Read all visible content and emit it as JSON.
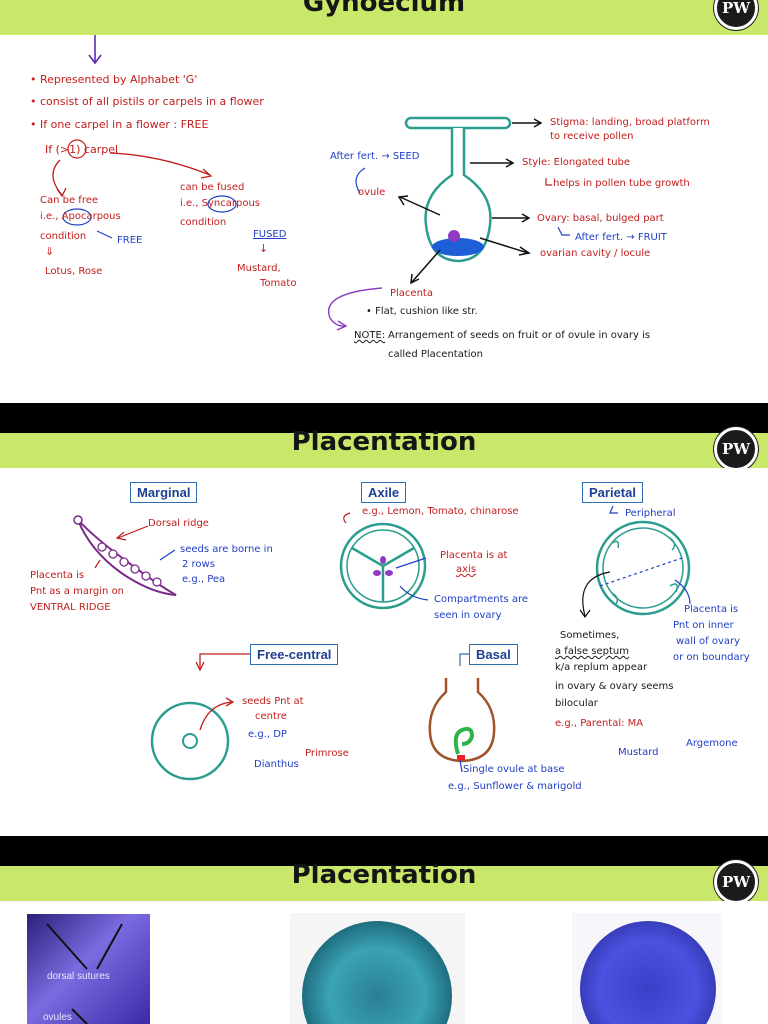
{
  "slide1": {
    "title": "Gynoecium",
    "bullets": [
      "• Represented by Alphabet 'G'",
      "• consist of all pistils or carpels in a flower",
      "• If one carpel in a flower : FREE"
    ],
    "if_more": "If (>1) carpel",
    "left_branch": {
      "l1": "Can be free",
      "l2": "i.e., Apocarpous",
      "l3": "condition",
      "free": "FREE",
      "arrow": "⇓",
      "eg": "Lotus, Rose"
    },
    "right_branch": {
      "l1": "can be fused",
      "l2": "i.e., Syncarpous",
      "l3": "condition",
      "fused": "FUSED",
      "arrow": "↓",
      "eg1": "Mustard,",
      "eg2": "Tomato"
    },
    "pistil_labels": {
      "stigma1": "Stigma: landing, broad platform",
      "stigma2": "to receive pollen",
      "style1": "Style: Elongated tube",
      "style2": "helps in pollen tube growth",
      "ovary1": "Ovary: basal, bulged part",
      "ovary2": "After fert. → FRUIT",
      "cavity": "ovarian cavity / locule",
      "after_fert_seed": "After fert. → SEED",
      "ovule": "ovule",
      "placenta": "Placenta",
      "placenta_note": "• Flat, cushion like str."
    },
    "note_label": "NOTE:",
    "note1": "Arrangement of seeds on fruit or of ovule in ovary is",
    "note2": "called Placentation"
  },
  "slide2": {
    "title": "Placentation",
    "marginal": {
      "box": "Marginal",
      "dorsal": "Dorsal ridge",
      "seeds1": "seeds are borne in",
      "seeds2": "2 rows",
      "eg": "e.g., Pea",
      "pl1": "Placenta is",
      "pl2": "Pnt as a margin on",
      "pl3": "VENTRAL RIDGE"
    },
    "axile": {
      "box": "Axile",
      "eg": "e.g., Lemon, Tomato, chinarose",
      "pl1": "Placenta is at",
      "pl2": "axis",
      "cmp1": "Compartments are",
      "cmp2": "seen in ovary"
    },
    "parietal": {
      "box": "Parietal",
      "peri": "Peripheral",
      "pl1": "Placenta is",
      "pl2": "Pnt on inner",
      "pl3": "wall of ovary",
      "pl4": "or on boundary",
      "st1": "Sometimes,",
      "st2": "a false septum",
      "st3": "k/a replum appear",
      "st4": "in ovary & ovary seems",
      "st5": "bilocular",
      "eg": "e.g., Parental: MA",
      "mustard": "Mustard",
      "argemone": "Argemone"
    },
    "free_central": {
      "box": "Free-central",
      "s1": "seeds Pnt at",
      "s2": "centre",
      "eg": "e.g., DP",
      "dianthus": "Dianthus",
      "primrose": "Primrose"
    },
    "basal": {
      "box": "Basal",
      "single": "Single ovule at base",
      "eg": "e.g., Sunflower & marigold"
    }
  },
  "slide3": {
    "title": "Placentation",
    "photo_labels": [
      "dorsal sutures",
      "ovules"
    ]
  },
  "logo_text": "PW",
  "colors": {
    "band": "#c9e86a",
    "red": "#c21d1d",
    "blue": "#1f3fc4",
    "box_border": "#2f6fb3"
  }
}
